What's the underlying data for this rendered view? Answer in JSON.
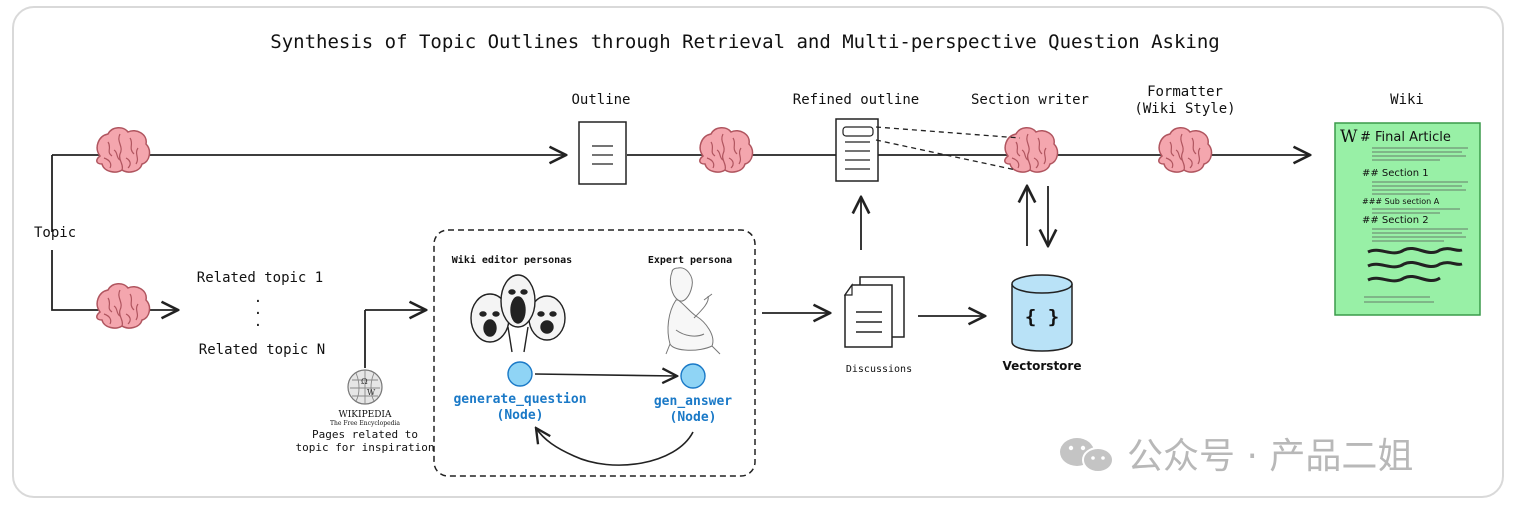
{
  "title": "Synthesis of Topic Outlines through Retrieval and Multi-perspective Question Asking",
  "labels": {
    "topic": "Topic",
    "outline": "Outline",
    "refined_outline": "Refined outline",
    "section_writer": "Section writer",
    "formatter_line1": "Formatter",
    "formatter_line2": "(Wiki Style)",
    "wiki": "Wiki",
    "related_topic_1": "Related topic 1",
    "related_topic_n": "Related topic N",
    "dots": ".",
    "wikipedia_name": "WIKIPEDIA",
    "wikipedia_tagline": "The Free Encyclopedia",
    "pages_related_line1": "Pages related to",
    "pages_related_line2": "topic for inspiration",
    "wiki_editor_personas": "Wiki editor personas",
    "expert_persona": "Expert persona",
    "generate_question_line1": "generate_question",
    "generate_question_line2": "(Node)",
    "gen_answer_line1": "gen_answer",
    "gen_answer_line2": "(Node)",
    "discussions": "Discussions",
    "vectorstore": "Vectorstore",
    "vectorstore_glyph": "{ }"
  },
  "wiki_article": {
    "logo": "W",
    "heading": "# Final Article",
    "section1": "## Section 1",
    "subsection": "### Sub section A",
    "section2": "## Section 2"
  },
  "watermark": {
    "text": "公众号 · 产品二姐"
  },
  "colors": {
    "node_fill": "#8fd4f5",
    "node_stroke": "#1a79c7",
    "node_label": "#1a79c7",
    "brain_fill": "#f4a6ae",
    "brain_stroke": "#b0555f",
    "wiki_fill": "#98f0a6",
    "wiki_stroke": "#3a9a4a"
  }
}
